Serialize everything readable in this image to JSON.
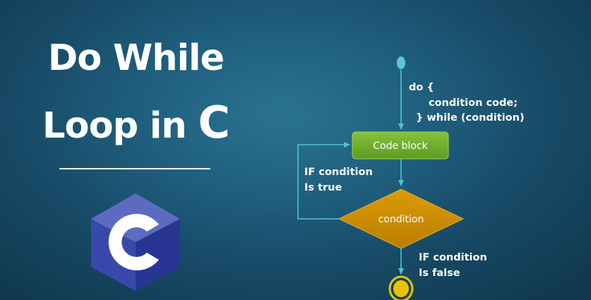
{
  "title": {
    "line1": "Do While",
    "line2_prefix": "Loop in ",
    "line2_letter": "C"
  },
  "flowchart": {
    "code_lines": [
      "do {",
      "condition code;",
      "} while (condition)"
    ],
    "process_label": "Code block",
    "decision_label": "condition",
    "true_branch_label": [
      "IF condition",
      "Is true"
    ],
    "false_branch_label": [
      "IF condition",
      "Is false"
    ]
  },
  "colors": {
    "background": "#1f5f7e",
    "process_fill": "#76b02e",
    "decision_fill": "#cc8d00",
    "connector": "#4fc3d8",
    "start_node": "#5bc8d6",
    "end_node": "#e8c400",
    "logo_dark": "#283593",
    "logo_light": "#5c6bc0"
  },
  "icons": [
    "c-language-logo-icon",
    "start-node-icon",
    "end-node-icon"
  ]
}
